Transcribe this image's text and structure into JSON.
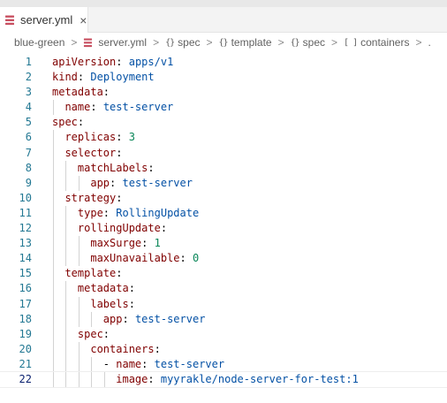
{
  "tab": {
    "label": "server.yml",
    "close_glyph": "×",
    "icon": "yaml-file-icon",
    "icon_color": "#c85061"
  },
  "breadcrumb": {
    "folder": "blue-green",
    "file": "server.yml",
    "items": [
      {
        "symbol": "{}",
        "label": "spec"
      },
      {
        "symbol": "{}",
        "label": "template"
      },
      {
        "symbol": "{}",
        "label": "spec"
      },
      {
        "symbol": "[ ]",
        "label": "containers"
      }
    ],
    "separator": ">",
    "overflow": "."
  },
  "colors": {
    "key": "#800000",
    "string": "#0451a5",
    "number": "#098658",
    "line_number": "#237893"
  },
  "editor": {
    "current_line": 22,
    "lines": [
      {
        "n": "1",
        "indent": 0,
        "prefix": "",
        "key": "apiVersion",
        "value": "apps/v1",
        "vtype": "v"
      },
      {
        "n": "2",
        "indent": 0,
        "prefix": "",
        "key": "kind",
        "value": "Deployment",
        "vtype": "v"
      },
      {
        "n": "3",
        "indent": 0,
        "prefix": "",
        "key": "metadata",
        "value": "",
        "vtype": "v"
      },
      {
        "n": "4",
        "indent": 1,
        "prefix": "",
        "key": "name",
        "value": "test-server",
        "vtype": "v"
      },
      {
        "n": "5",
        "indent": 0,
        "prefix": "",
        "key": "spec",
        "value": "",
        "vtype": "v"
      },
      {
        "n": "6",
        "indent": 1,
        "prefix": "",
        "key": "replicas",
        "value": "3",
        "vtype": "n"
      },
      {
        "n": "7",
        "indent": 1,
        "prefix": "",
        "key": "selector",
        "value": "",
        "vtype": "v"
      },
      {
        "n": "8",
        "indent": 2,
        "prefix": "",
        "key": "matchLabels",
        "value": "",
        "vtype": "v"
      },
      {
        "n": "9",
        "indent": 3,
        "prefix": "",
        "key": "app",
        "value": "test-server",
        "vtype": "v"
      },
      {
        "n": "10",
        "indent": 1,
        "prefix": "",
        "key": "strategy",
        "value": "",
        "vtype": "v"
      },
      {
        "n": "11",
        "indent": 2,
        "prefix": "",
        "key": "type",
        "value": "RollingUpdate",
        "vtype": "v"
      },
      {
        "n": "12",
        "indent": 2,
        "prefix": "",
        "key": "rollingUpdate",
        "value": "",
        "vtype": "v"
      },
      {
        "n": "13",
        "indent": 3,
        "prefix": "",
        "key": "maxSurge",
        "value": "1",
        "vtype": "n"
      },
      {
        "n": "14",
        "indent": 3,
        "prefix": "",
        "key": "maxUnavailable",
        "value": "0",
        "vtype": "n"
      },
      {
        "n": "15",
        "indent": 1,
        "prefix": "",
        "key": "template",
        "value": "",
        "vtype": "v"
      },
      {
        "n": "16",
        "indent": 2,
        "prefix": "",
        "key": "metadata",
        "value": "",
        "vtype": "v"
      },
      {
        "n": "17",
        "indent": 3,
        "prefix": "",
        "key": "labels",
        "value": "",
        "vtype": "v"
      },
      {
        "n": "18",
        "indent": 4,
        "prefix": "",
        "key": "app",
        "value": "test-server",
        "vtype": "v"
      },
      {
        "n": "19",
        "indent": 2,
        "prefix": "",
        "key": "spec",
        "value": "",
        "vtype": "v"
      },
      {
        "n": "20",
        "indent": 3,
        "prefix": "",
        "key": "containers",
        "value": "",
        "vtype": "v"
      },
      {
        "n": "21",
        "indent": 4,
        "prefix": "- ",
        "key": "name",
        "value": "test-server",
        "vtype": "v"
      },
      {
        "n": "22",
        "indent": 5,
        "prefix": "",
        "key": "image",
        "value": "myyrakle/node-server-for-test:1",
        "vtype": "v"
      }
    ]
  }
}
